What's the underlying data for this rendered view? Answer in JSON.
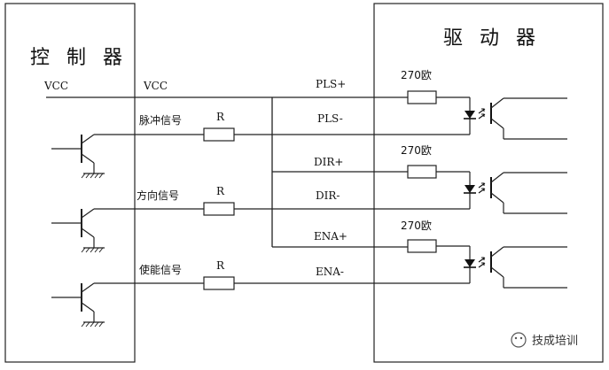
{
  "controller": {
    "title": "控 制 器",
    "vcc_label": "VCC"
  },
  "driver": {
    "title": "驱 动 器"
  },
  "vcc_rail_label": "VCC",
  "signals": [
    {
      "name": "脉冲信号",
      "r_label": "R"
    },
    {
      "name": "方向信号",
      "r_label": "R"
    },
    {
      "name": "使能信号",
      "r_label": "R"
    }
  ],
  "pins": [
    "PLS+",
    "PLS-",
    "DIR+",
    "DIR-",
    "ENA+",
    "ENA-"
  ],
  "resistor_labels": [
    "270欧",
    "270欧",
    "270欧"
  ],
  "watermark": {
    "text": "技成培训"
  }
}
